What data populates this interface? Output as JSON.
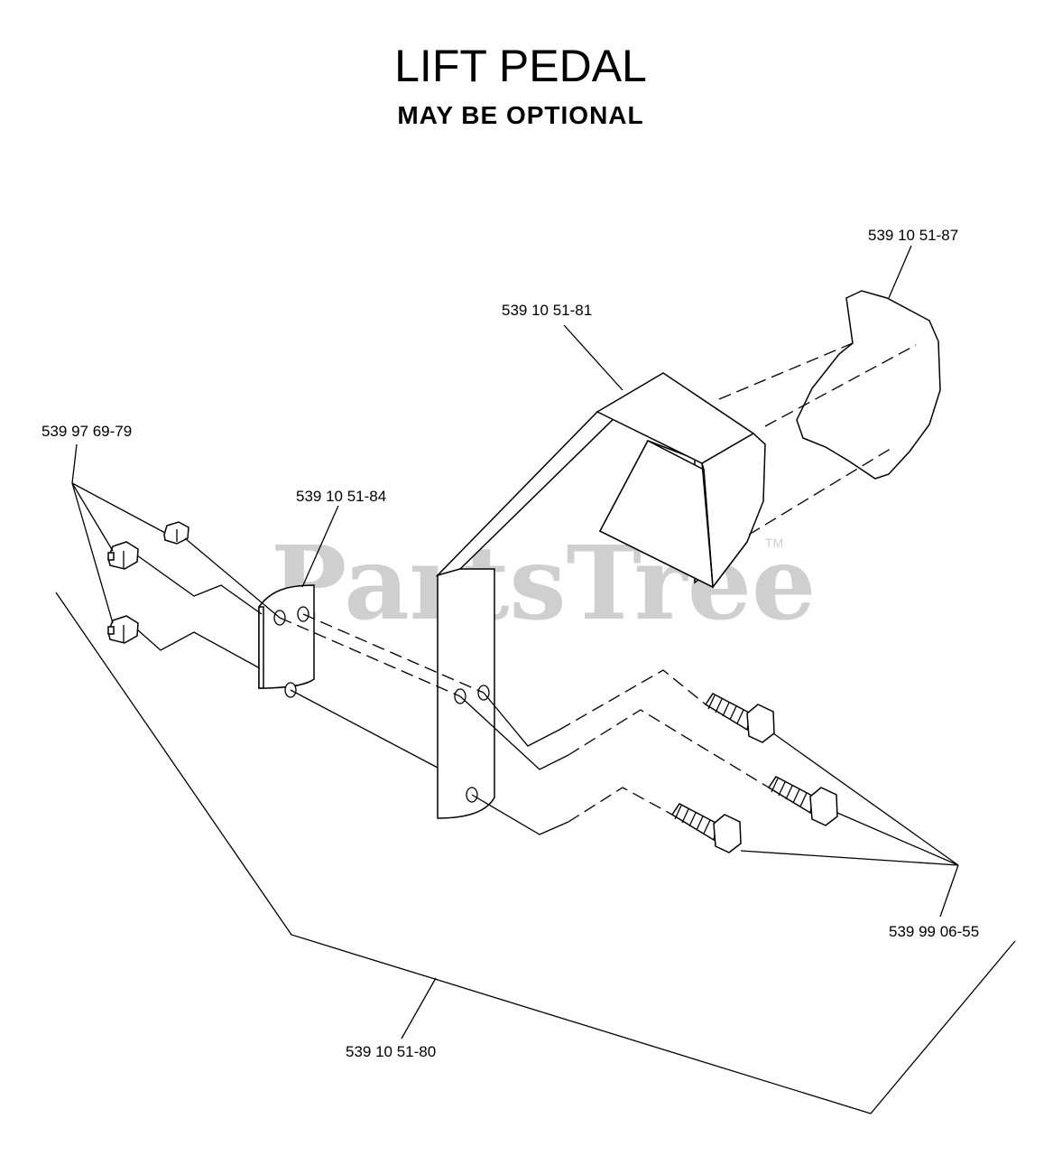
{
  "title": "LIFT PEDAL",
  "subtitle": "MAY BE OPTIONAL",
  "watermark": "PartsTree",
  "watermark_mark": "TM",
  "parts": {
    "pedal_cover": "539 10 51-87",
    "pedal": "539 10 51-81",
    "nut": "539 97 69-79",
    "plate": "539 10 51-84",
    "bolt": "539 99 06-55",
    "assembly": "539 10 51-80"
  }
}
